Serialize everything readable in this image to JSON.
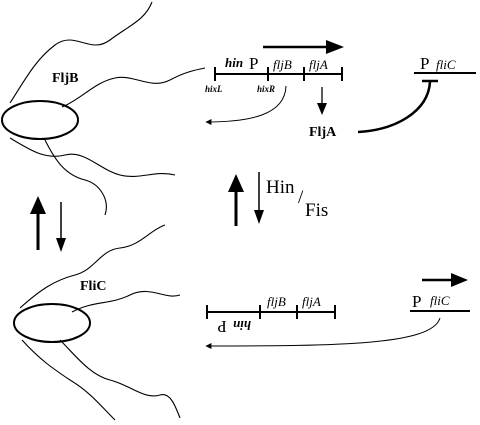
{
  "phase_upper": {
    "flagellin": "FljB",
    "promoter_letter": "P",
    "gene_labels": [
      "hin",
      "fljB",
      "fljA"
    ],
    "site_labels": [
      "hixL",
      "hixR"
    ],
    "repressor": "FljA",
    "flic_promoter": {
      "letter": "P",
      "gene": "fliC"
    }
  },
  "switch": {
    "enzyme": "Hin",
    "separator": "/",
    "cofactor": "Fis"
  },
  "phase_lower": {
    "flagellin": "FliC",
    "inverted_labels": {
      "gene": "hin",
      "promoter": "P"
    },
    "gene_labels": [
      "fljB",
      "fljA"
    ],
    "flic_promoter": {
      "letter": "P",
      "gene": "fliC"
    }
  }
}
